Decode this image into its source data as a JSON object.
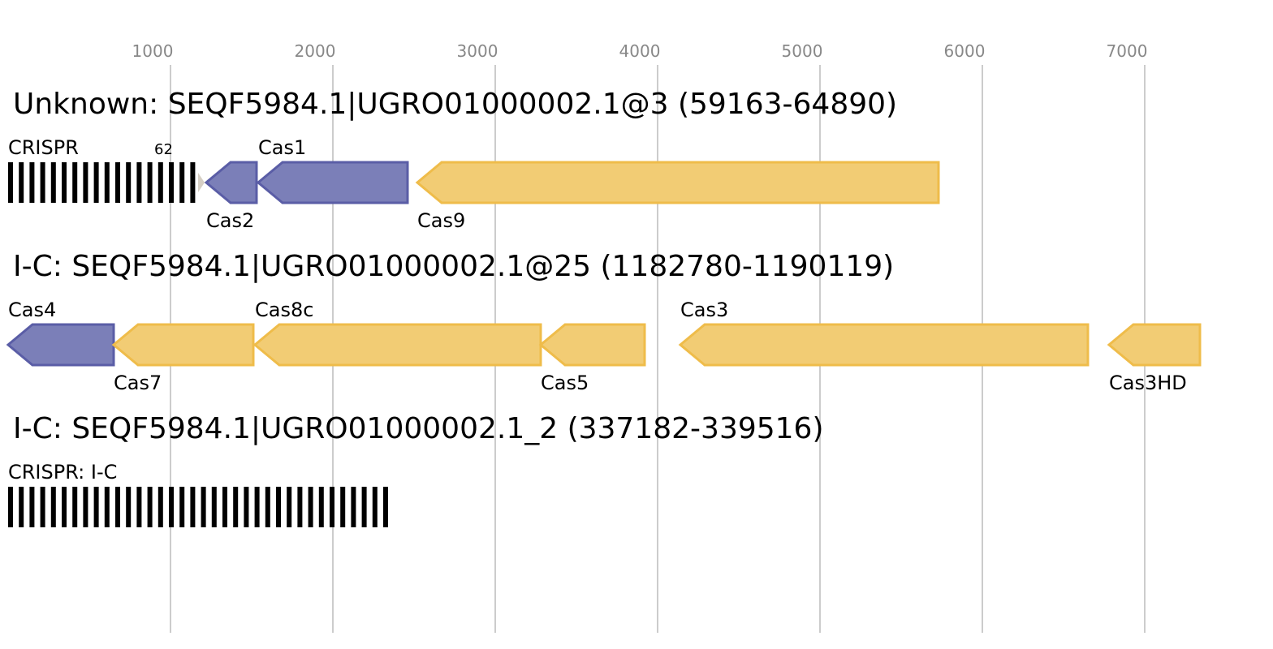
{
  "axis": {
    "ticks": [
      "1000",
      "2000",
      "3000",
      "4000",
      "5000",
      "6000",
      "7000"
    ]
  },
  "colors": {
    "cas_blue_fill": "#7b7fb8",
    "cas_blue_stroke": "#5a5da6",
    "cas_yellow_fill": "#f2cc74",
    "cas_yellow_stroke": "#efbc4a",
    "crispr_array": "#000000",
    "grid": "#bbbbbb",
    "small_triangle": "#d6cfc4"
  },
  "chart_data": {
    "type": "gene-map",
    "axis_ticks": [
      1000,
      2000,
      3000,
      4000,
      5000,
      6000,
      7000
    ],
    "loci": [
      {
        "title": "Unknown: SEQF5984.1|UGRO01000002.1@3 (59163-64890)",
        "crispr": {
          "label": "CRISPR",
          "count_label": "62",
          "start": 0,
          "end": 1160
        },
        "genes": [
          {
            "name": "Cas2",
            "start": 1220,
            "end": 1530,
            "strand": "-",
            "color": "blue",
            "label_pos": "below"
          },
          {
            "name": "Cas1",
            "start": 1540,
            "end": 2460,
            "strand": "-",
            "color": "blue",
            "label_pos": "above"
          },
          {
            "name": "Cas9",
            "start": 2520,
            "end": 5730,
            "strand": "-",
            "color": "yellow",
            "label_pos": "below"
          }
        ],
        "marker": {
          "start": 1170,
          "end": 1210
        }
      },
      {
        "title": "I-C: SEQF5984.1|UGRO01000002.1@25 (1182780-1190119)",
        "genes": [
          {
            "name": "Cas4",
            "start": 0,
            "end": 650,
            "strand": "-",
            "color": "blue",
            "label_pos": "above"
          },
          {
            "name": "Cas7",
            "start": 650,
            "end": 1510,
            "strand": "-",
            "color": "yellow",
            "label_pos": "below"
          },
          {
            "name": "Cas8c",
            "start": 1520,
            "end": 3280,
            "strand": "-",
            "color": "yellow",
            "label_pos": "above"
          },
          {
            "name": "Cas5",
            "start": 3280,
            "end": 3920,
            "strand": "-",
            "color": "yellow",
            "label_pos": "below"
          },
          {
            "name": "Cas3",
            "start": 4140,
            "end": 6650,
            "strand": "-",
            "color": "yellow",
            "label_pos": "above"
          },
          {
            "name": "Cas3HD",
            "start": 6780,
            "end": 7340,
            "strand": "-",
            "color": "yellow",
            "label_pos": "below"
          }
        ]
      },
      {
        "title": "I-C: SEQF5984.1|UGRO01000002.1_2 (337182-339516)",
        "crispr": {
          "label": "CRISPR: I-C",
          "start": 0,
          "end": 2340
        },
        "genes": []
      }
    ]
  }
}
